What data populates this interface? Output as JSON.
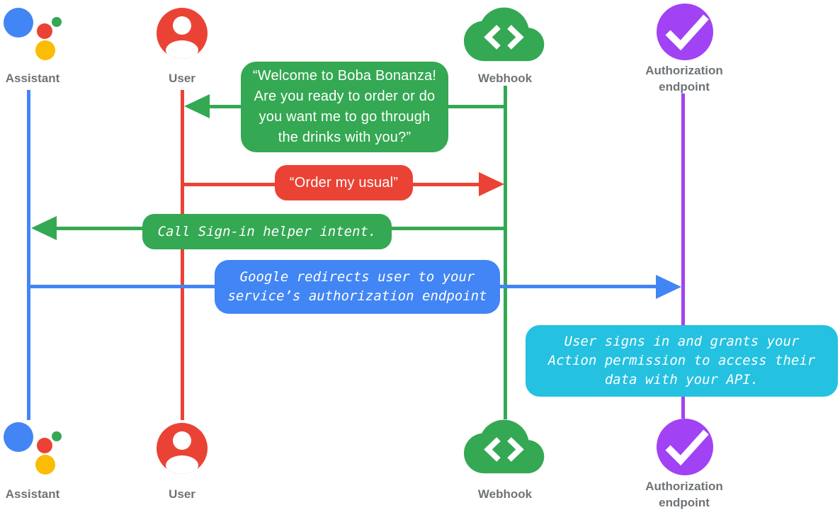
{
  "palette": {
    "blue": "#4285F4",
    "red": "#EA4335",
    "green": "#34A853",
    "yellow": "#FBBC04",
    "purple": "#A142F4",
    "cyan": "#24C1E0",
    "label_gray": "#6E7377",
    "text_white": "#FFFFFF"
  },
  "actors": {
    "assistant": {
      "label": "Assistant",
      "icon": "google-assistant-icon",
      "color": "#4285F4"
    },
    "user": {
      "label": "User",
      "icon": "person-icon",
      "color": "#EA4335"
    },
    "webhook": {
      "label": "Webhook",
      "icon": "cloud-code-icon",
      "color": "#34A853"
    },
    "auth": {
      "label": [
        "Authorization",
        "endpoint"
      ],
      "icon": "check-circle-icon",
      "color": "#A142F4"
    }
  },
  "messages": {
    "welcome": {
      "from": "Webhook",
      "to": "User",
      "color": "#34A853",
      "lines": [
        "“Welcome to Boba Bonanza!",
        "Are you ready to order or do",
        "you want me to go through",
        "the drinks with you?”"
      ]
    },
    "order": {
      "from": "User",
      "to": "Webhook",
      "color": "#EA4335",
      "text": "“Order my usual”"
    },
    "signin": {
      "from": "Webhook",
      "to": "Assistant",
      "color": "#34A853",
      "text": "Call Sign-in helper intent."
    },
    "redirect": {
      "from": "Assistant",
      "to": "Authorization endpoint",
      "color": "#4285F4",
      "lines": [
        "Google redirects user to your",
        "service’s authorization endpoint"
      ]
    },
    "grant": {
      "over": "Authorization endpoint",
      "color": "#24C1E0",
      "lines": [
        "User signs in and grants your",
        "Action permission to access their",
        "data with your API."
      ]
    }
  }
}
